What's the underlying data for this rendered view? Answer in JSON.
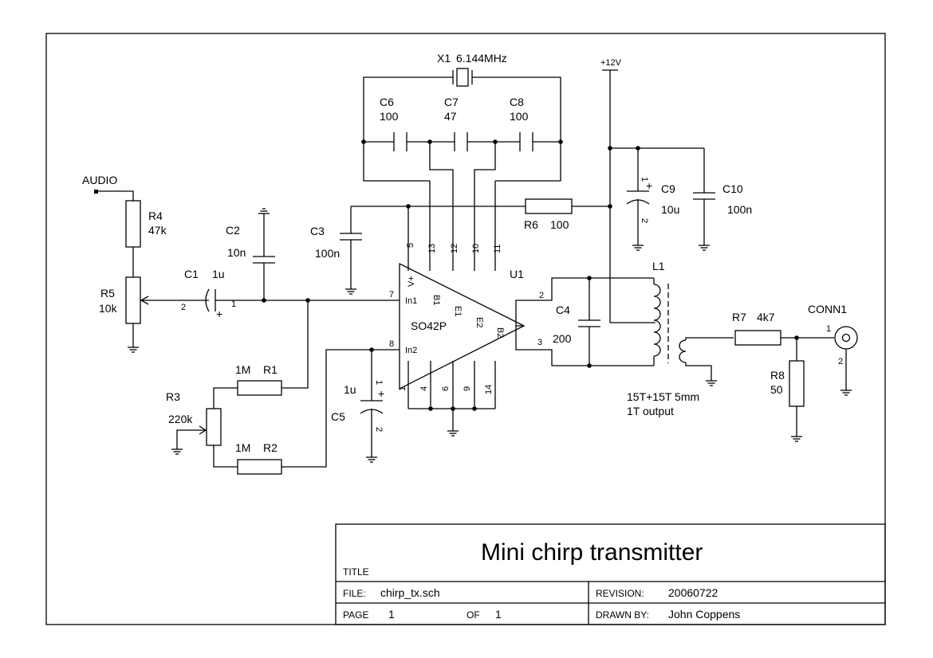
{
  "components": {
    "x1": {
      "ref": "X1",
      "value": "6.144MHz"
    },
    "c6": {
      "ref": "C6",
      "value": "100"
    },
    "c7": {
      "ref": "C7",
      "value": "47"
    },
    "c8": {
      "ref": "C8",
      "value": "100"
    },
    "c3": {
      "ref": "C3",
      "value": "100n"
    },
    "c2": {
      "ref": "C2",
      "value": "10n"
    },
    "c1": {
      "ref": "C1",
      "value": "1u"
    },
    "c4": {
      "ref": "C4",
      "value": "200"
    },
    "c5": {
      "ref": "C5",
      "value": "1u"
    },
    "c9": {
      "ref": "C9",
      "value": "10u"
    },
    "c10": {
      "ref": "C10",
      "value": "100n"
    },
    "r1": {
      "ref": "R1",
      "value": "1M"
    },
    "r2": {
      "ref": "R2",
      "value": "1M"
    },
    "r3": {
      "ref": "R3",
      "value": "220k"
    },
    "r4": {
      "ref": "R4",
      "value": "47k"
    },
    "r5": {
      "ref": "R5",
      "value": "10k"
    },
    "r6": {
      "ref": "R6",
      "value": "100"
    },
    "r7": {
      "ref": "R7",
      "value": "4k7"
    },
    "r8": {
      "ref": "R8",
      "value": "50"
    },
    "l1": {
      "ref": "L1",
      "note1": "15T+15T 5mm",
      "note2": "1T output"
    },
    "u1": {
      "ref": "U1",
      "part": "SO42P",
      "vplus": "V+",
      "b1": "B1",
      "e1": "E1",
      "e2": "E2",
      "b2": "B2",
      "in1": "In1",
      "in2": "In2"
    },
    "conn1": {
      "ref": "CONN1"
    }
  },
  "nets": {
    "vcc": "+12V",
    "audio": "AUDIO"
  },
  "pins": {
    "u1_5": "5",
    "u1_13": "13",
    "u1_12": "12",
    "u1_10": "10",
    "u1_11": "11",
    "u1_7": "7",
    "u1_8": "8",
    "u1_2": "2",
    "u1_3": "3",
    "u1_1": "1",
    "u1_4": "4",
    "u1_6": "6",
    "u1_9": "9",
    "u1_14": "14",
    "r5_2": "2",
    "c1_1": "1",
    "c1_plus": "+",
    "c5_1": "1",
    "c5_plus": "+",
    "c5_2": "2",
    "c9_1": "1",
    "c9_plus": "+",
    "c9_2": "2",
    "conn1_1": "1",
    "conn1_2": "2"
  },
  "title_block": {
    "title_label": "TITLE",
    "title": "Mini chirp transmitter",
    "file_label": "FILE:",
    "file": "chirp_tx.sch",
    "revision_label": "REVISION:",
    "revision": "20060722",
    "page_label": "PAGE",
    "page": "1",
    "of_label": "OF",
    "of": "1",
    "drawn_by_label": "DRAWN BY:",
    "drawn_by": "John Coppens"
  }
}
